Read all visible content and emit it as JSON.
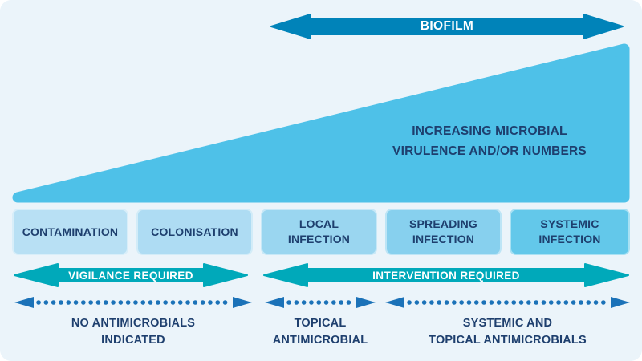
{
  "colors": {
    "background": "#ebf4fa",
    "biofilm_arrow": "#0083b9",
    "dotted_arrow": "#1b72b8",
    "teal_arrow": "#00a9ba",
    "triangle": "#4ec1e8",
    "text_navy": "#1e3f6e",
    "arrow_text": "#ffffff"
  },
  "biofilm": {
    "label": "BIOFILM"
  },
  "triangle": {
    "label": "INCREASING MICROBIAL\nVIRULENCE AND/OR NUMBERS"
  },
  "stages": [
    {
      "label": "CONTAMINATION",
      "color": "#b8e0f4"
    },
    {
      "label": "COLONISATION",
      "color": "#aedcf3"
    },
    {
      "label": "LOCAL\nINFECTION",
      "color": "#9ad6f0"
    },
    {
      "label": "SPREADING\nINFECTION",
      "color": "#87d0ee"
    },
    {
      "label": "SYSTEMIC\nINFECTION",
      "color": "#63c8ea"
    }
  ],
  "response_arrows": [
    {
      "label": "VIGILANCE REQUIRED"
    },
    {
      "label": "INTERVENTION REQUIRED"
    }
  ],
  "treatments": [
    {
      "label": "NO ANTIMICROBIALS\nINDICATED"
    },
    {
      "label": "TOPICAL\nANTIMICROBIAL"
    },
    {
      "label": "SYSTEMIC AND\nTOPICAL ANTIMICROBIALS"
    }
  ]
}
